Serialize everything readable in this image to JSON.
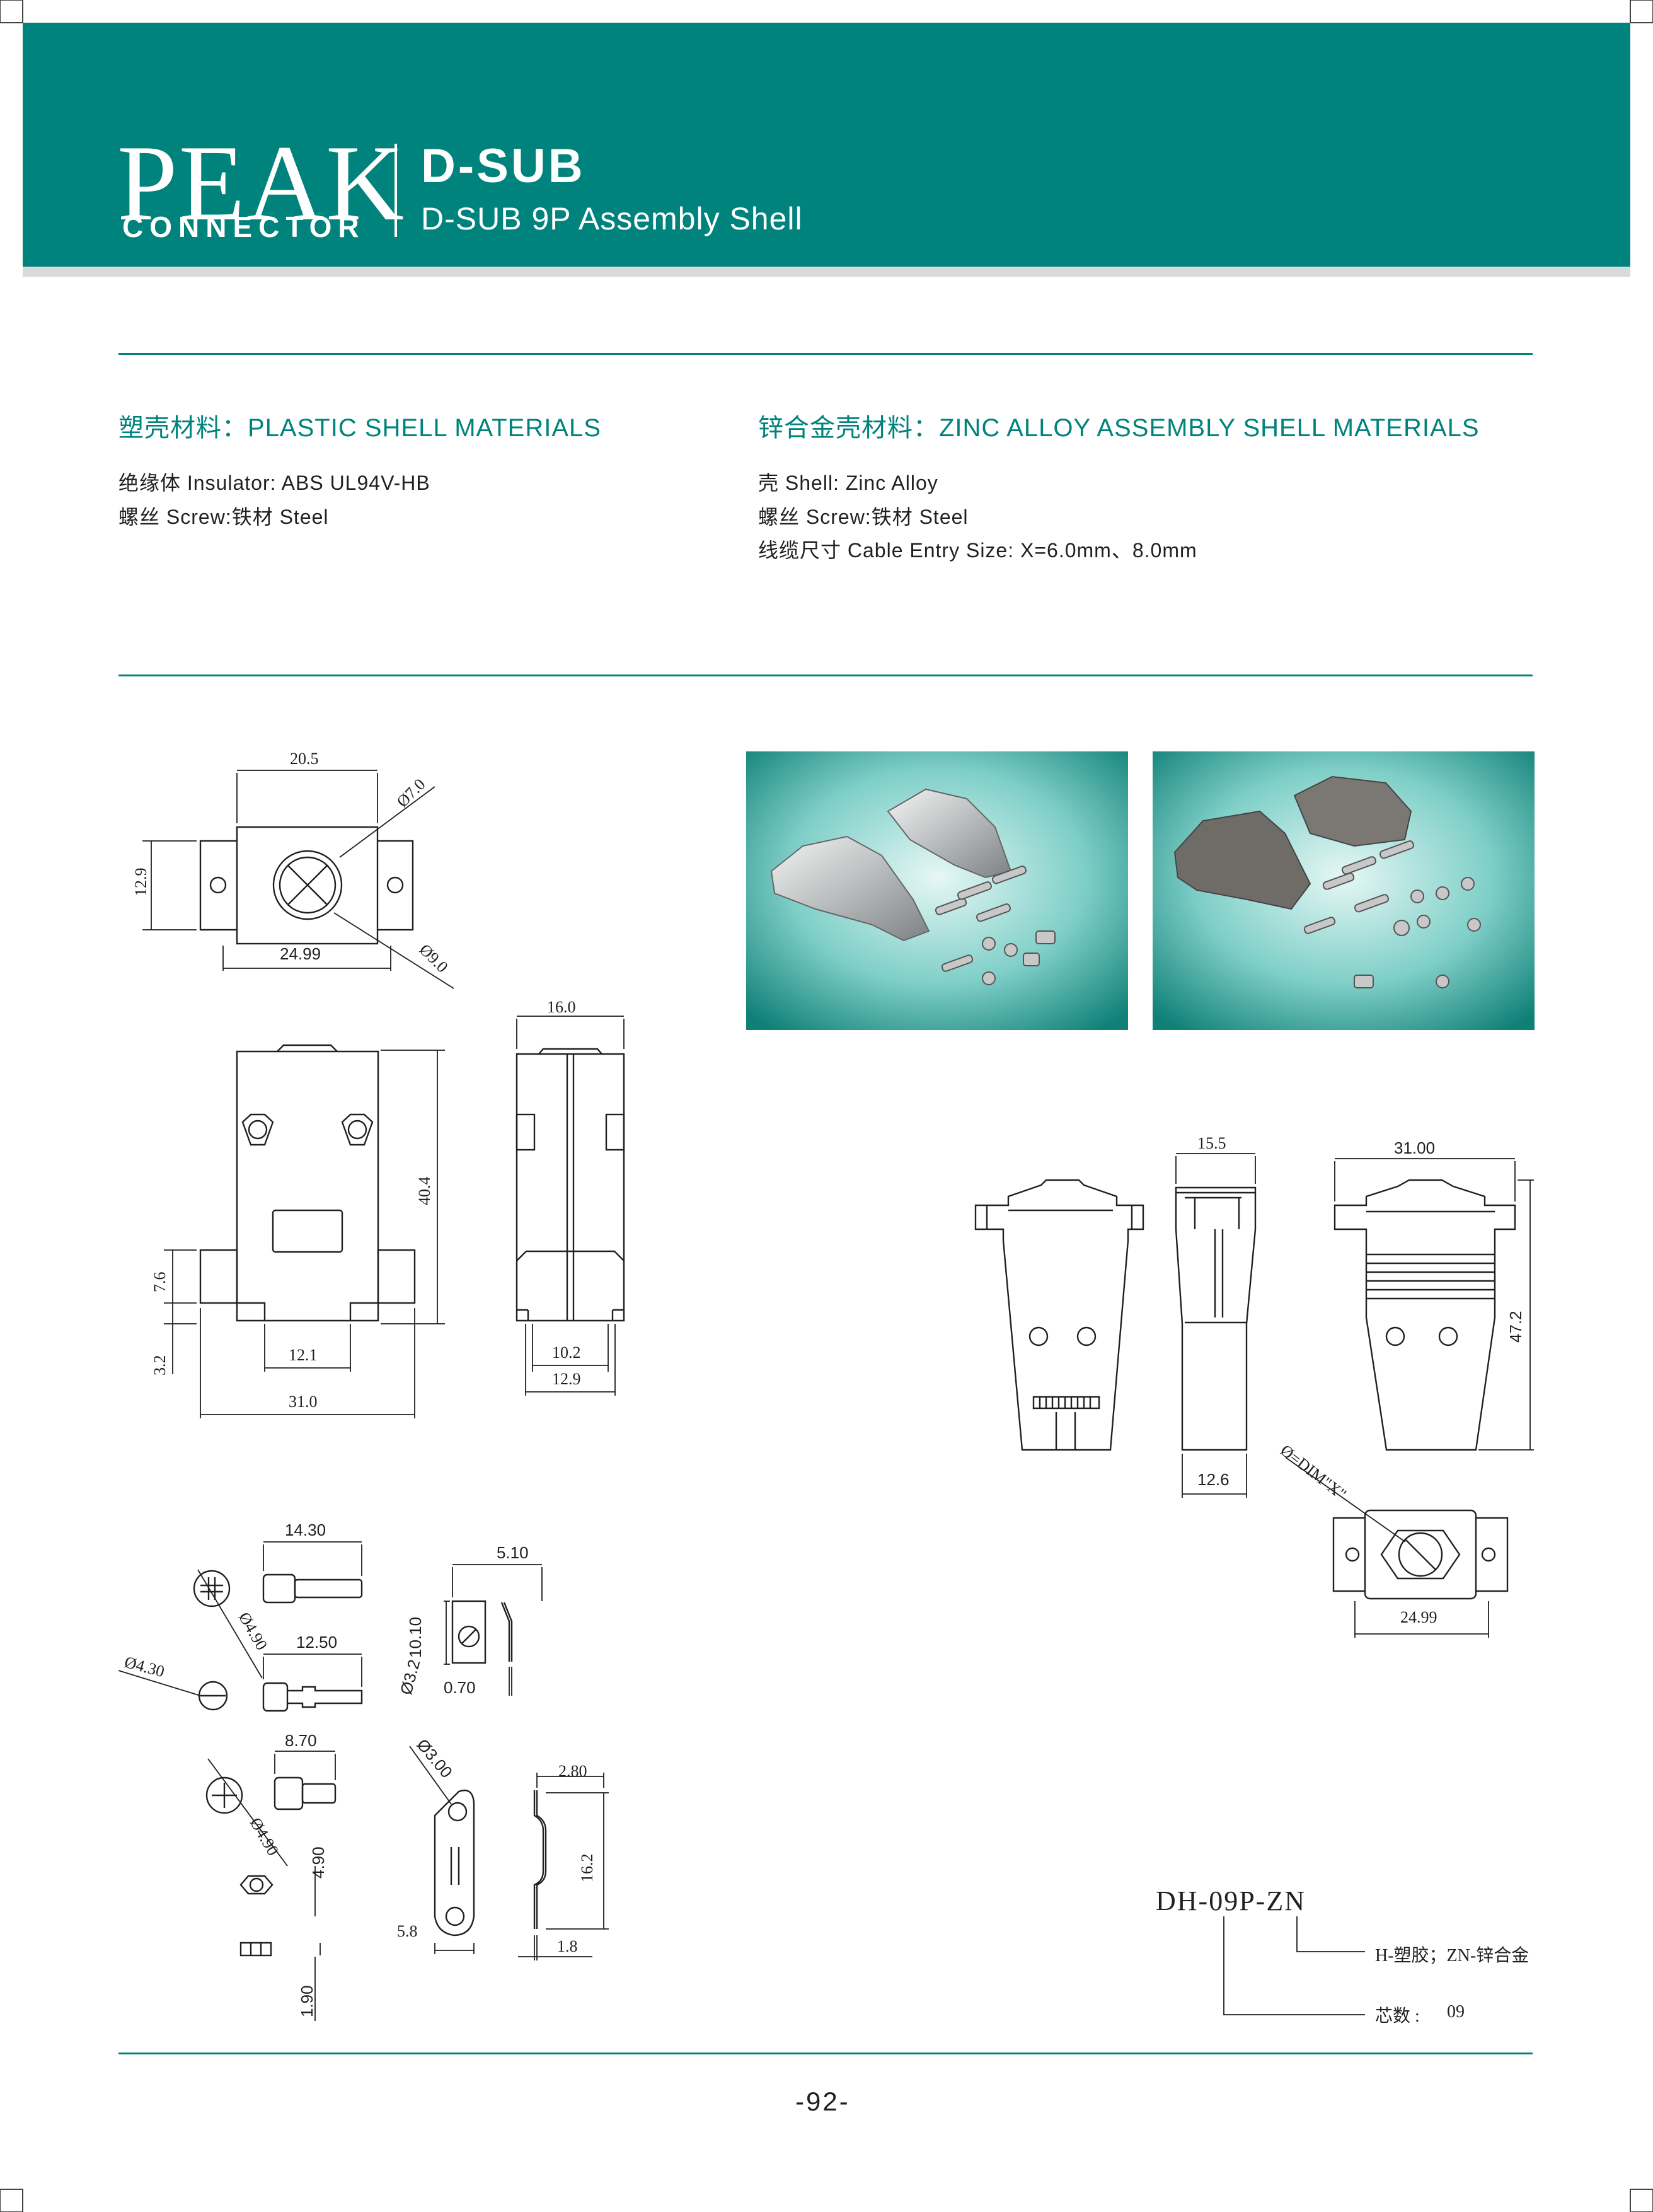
{
  "header": {
    "logo_text": "PEAK",
    "logo_sub": "CONNECTOR",
    "title": "D-SUB",
    "subtitle": "D-SUB 9P Assembly Shell",
    "band_color": "#00837c"
  },
  "materials": {
    "plastic": {
      "title": "塑壳材料：PLASTIC SHELL MATERIALS",
      "lines": [
        "绝缘体 Insulator: ABS  UL94V-HB",
        "螺丝 Screw:铁材 Steel"
      ]
    },
    "zinc": {
      "title": "锌合金壳材料：ZINC ALLOY ASSEMBLY SHELL MATERIALS",
      "lines": [
        "壳 Shell: Zinc Alloy",
        "螺丝 Screw:铁材 Steel",
        "线缆尺寸 Cable Entry Size: X=6.0mm、8.0mm"
      ]
    }
  },
  "drawings": {
    "plastic_front": {
      "dim_top": "20.5",
      "dim_side": "12.9",
      "dim_bottom": "24.99",
      "dia_outer": "Ø7.0",
      "dia_inner": "Ø9.0"
    },
    "plastic_body": {
      "height": "40.4",
      "h1": "7.6",
      "h2": "3.2",
      "w_inner": "12.1",
      "w_total": "31.0"
    },
    "plastic_side": {
      "top": "16.0",
      "w1": "10.2",
      "w2": "12.9"
    },
    "screws": {
      "l1": "14.30",
      "d1": "Ø4.90",
      "d2": "Ø4.30",
      "l2": "12.50",
      "l3": "8.70",
      "d3": "Ø4.90",
      "h3": "4.90",
      "t3": "1.90"
    },
    "clamp": {
      "w": "5.10",
      "h": "10.10",
      "d": "Ø3.2",
      "t": "0.70"
    },
    "strap": {
      "d": "Ø3.00",
      "w": "5.8",
      "top": "2.80",
      "h": "16.2",
      "t": "1.8"
    },
    "zinc_side": {
      "top": "15.5",
      "bottom": "12.6"
    },
    "zinc_front": {
      "top": "31.00",
      "height": "47.2",
      "dia": "Ø=DIM\"X\"",
      "bottom": "24.99"
    }
  },
  "part_number": {
    "code": "DH-09P-ZN",
    "legend_material": "H-塑胶；ZN-锌合金",
    "legend_pins_label": "芯数 :",
    "legend_pins_value": "09"
  },
  "page_number": "-92-"
}
